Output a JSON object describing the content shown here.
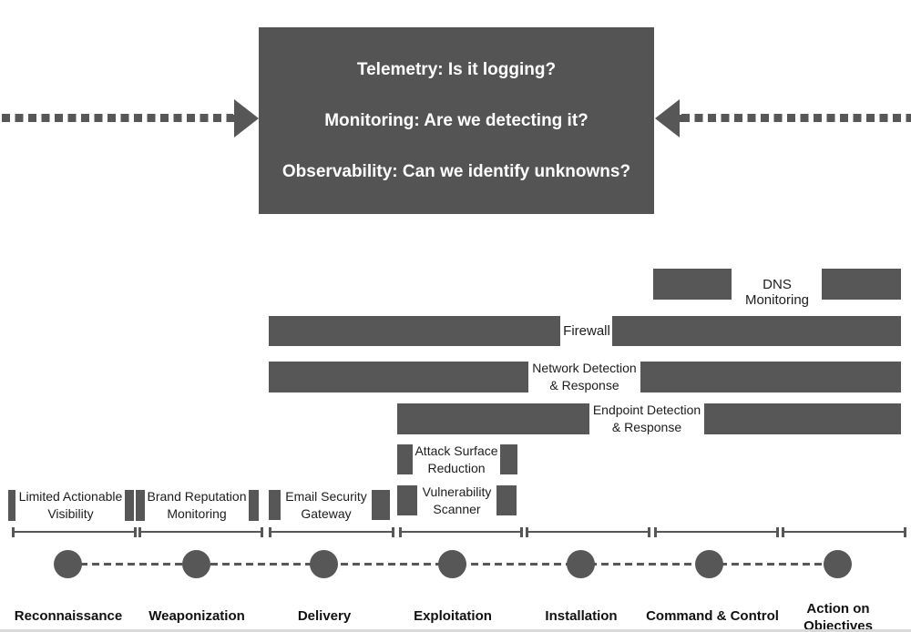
{
  "center_box": {
    "line1": "Telemetry: Is it logging?",
    "line2": "Monitoring: Are we detecting it?",
    "line3": "Observability: Can we identify unknowns?"
  },
  "capabilities": {
    "dns": {
      "label": "DNS Monitoring"
    },
    "firewall": {
      "label": "Firewall"
    },
    "ndr": {
      "label": "Network Detection\n& Response"
    },
    "edr": {
      "label": "Endpoint Detection\n& Response"
    },
    "asr": {
      "label": "Attack Surface\nReduction"
    },
    "vuln": {
      "label": "Vulnerability\nScanner"
    },
    "lav": {
      "label": "Limited Actionable\nVisibility"
    },
    "brm": {
      "label": "Brand Reputation\nMonitoring"
    },
    "esg": {
      "label": "Email Security\nGateway"
    }
  },
  "phases": {
    "p1": {
      "label": "Reconnaissance"
    },
    "p2": {
      "label": "Weaponization"
    },
    "p3": {
      "label": "Delivery"
    },
    "p4": {
      "label": "Exploitation"
    },
    "p5": {
      "label": "Installation"
    },
    "p6": {
      "label": "Command & Control"
    },
    "p7": {
      "label": "Action on\nObjectives"
    }
  },
  "colors": {
    "box_gray": "#545454",
    "bar_gray": "#575757",
    "text_dark": "#1c1c1c",
    "text_white": "#ffffff"
  }
}
